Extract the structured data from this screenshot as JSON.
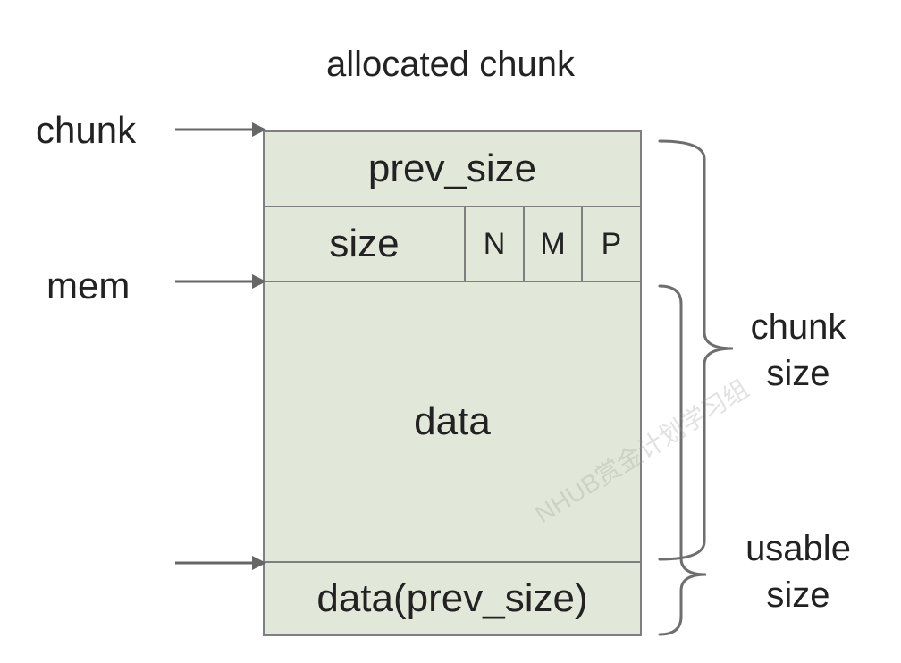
{
  "title": "allocated chunk",
  "pointers": {
    "chunk": "chunk",
    "mem": "mem"
  },
  "fields": {
    "prev_size": "prev_size",
    "size": "size",
    "flags": [
      "N",
      "M",
      "P"
    ],
    "data": "data",
    "next_prev_size": "data(prev_size)"
  },
  "braces": {
    "chunk_size": [
      "chunk",
      "size"
    ],
    "usable_size": [
      "usable",
      "size"
    ]
  },
  "watermark": "NHUB赏金计划学习组",
  "colors": {
    "cell_fill": "#e2e8d9",
    "cell_border": "#7f7f7f",
    "arrow": "#666666",
    "brace": "#6e6e6e"
  }
}
